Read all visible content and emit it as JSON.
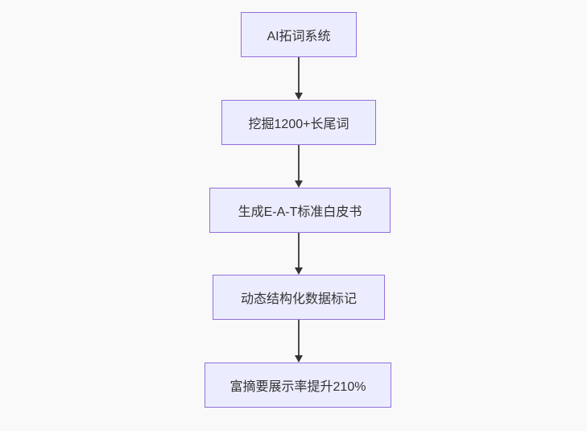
{
  "diagram": {
    "type": "flowchart",
    "direction": "top-down",
    "colors": {
      "background": "#f9f9f9",
      "node_fill": "#ECECFF",
      "node_border": "#9370DB",
      "node_text": "#333333",
      "arrow": "#333333"
    },
    "nodes": [
      {
        "id": "A",
        "label": "AI拓词系统"
      },
      {
        "id": "B",
        "label": "挖掘1200+长尾词"
      },
      {
        "id": "C",
        "label": "生成E-A-T标准白皮书"
      },
      {
        "id": "D",
        "label": "动态结构化数据标记"
      },
      {
        "id": "E",
        "label": "富摘要展示率提升210%"
      }
    ],
    "edges": [
      {
        "from": "A",
        "to": "B"
      },
      {
        "from": "B",
        "to": "C"
      },
      {
        "from": "C",
        "to": "D"
      },
      {
        "from": "D",
        "to": "E"
      }
    ]
  }
}
